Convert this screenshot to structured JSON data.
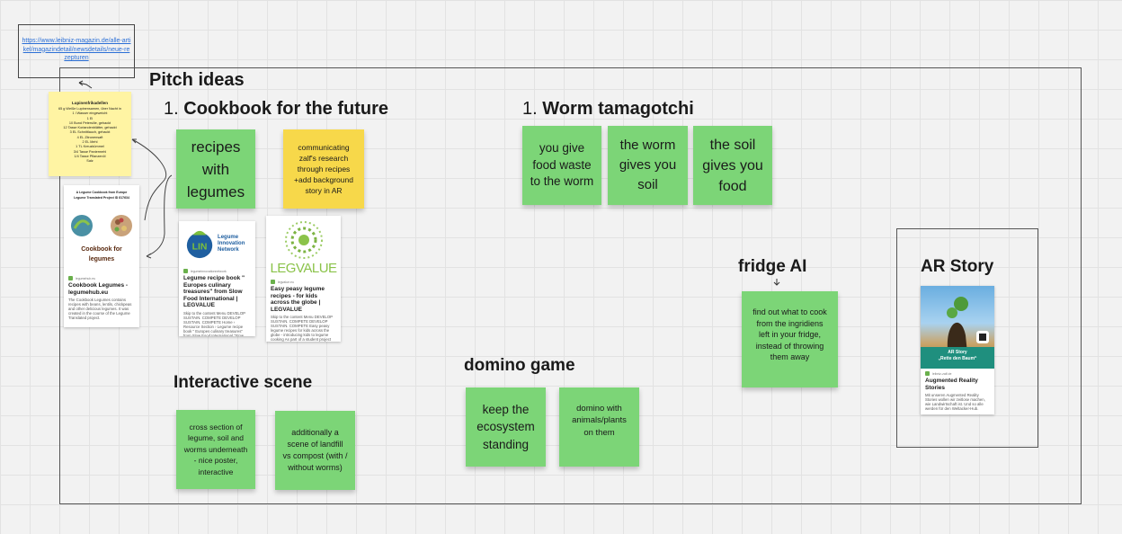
{
  "link_box": {
    "url": "https://www.leibniz-magazin.de/alle-artikel/magazindetail/newsdetails/neue-rezepturen"
  },
  "pitch": {
    "title": "Pitch ideas"
  },
  "cookbook": {
    "heading_num": "1.",
    "heading": "Cookbook for the future",
    "note_recipes": "recipes with legumes",
    "note_communicating": "communicating zalf's research through recipes +add background story in AR",
    "recipe_note": {
      "title": "Lupinenfrikadellen",
      "lines": [
        "65 g Weiße Lupinensamen, über Nacht in",
        "1 l Wasser eingeweicht",
        "1 Ei",
        "10 Bund Petersilie, gehackt",
        "12 Tasse Koriandenblätter, gehackt",
        "3 EL Schnittlauch, gehackt",
        "4 EL Zitronensaft",
        "2 EL Mehl",
        "1 TL Kreuzkümmel",
        "3/4 Tasse Paniermehl",
        "1/4 Tasse Pflanzenöl",
        "Salz"
      ]
    },
    "card_legumehub": {
      "header_lines": [
        "A Legume Cookbook from Europe",
        "Legume Translated Project ID 817634"
      ],
      "image_title": "Cookbook for legumes",
      "source": "legumehub.eu",
      "title": "Cookbook Legumes - legumehub.eu",
      "text": "The Cookbook Legumes contains recipes with beans, lentils, chickpeas and other delicious legumes. It was created in the course of the Legume Translated project."
    },
    "card_lin": {
      "logo_text": "Legume Innovation Network",
      "logo_letters": "LIN",
      "source": "legumeinnovationnetwork",
      "title": "Legume recipe book \" Europes culinary treasures\" from Slow Food International | LEGVALUE",
      "text": "Skip to the content Menu DEVELOP SUSTAIN. COMPETE DEVELOP SUSTAIN. COMPETE Home › Resource Section › Legume recipe book \" Europes culinary treasures\" from Slow Food International \"Slow Food is an international movement of millions of people from more..."
    },
    "card_legvalue": {
      "logo_text": "LEGVALUE",
      "source": "legvalue.eu",
      "title": "Easy peasy legume recipes - for kids across the globe | LEGVALUE",
      "text": "Skip to the content Menu DEVELOP SUSTAIN. COMPETE DEVELOP SUSTAIN. COMPETE Easy peasy legume recipes for kids across the globe - introducing kids to legume cooking As part of a student project for the TRUE Project WP3, nutrition and product development..."
    }
  },
  "worm": {
    "heading_num": "1.",
    "heading": "Worm tamagotchi",
    "notes": [
      "you give food waste to the worm",
      "the worm gives you soil",
      "the soil gives you food"
    ]
  },
  "fridge": {
    "heading": "fridge AI",
    "note": "find out what to cook from the ingridiens left in your fridge, instead of throwing them away"
  },
  "ar": {
    "heading": "AR Story",
    "card": {
      "banner_line1": "AR Story",
      "banner_line2": "„Rette den Baum“",
      "source": "leibniz-zalf.de",
      "title": "Augmented Reality Stories",
      "text": "Mit unseren Augmented Reality Stories wollen wir zeitlose machen, wie Landwirtschaft ist. Und so alle werden für den Weltacker-Hub."
    }
  },
  "interactive": {
    "heading": "Interactive scene",
    "notes": [
      "cross section of legume, soil and worms underneath - nice poster, interactive",
      "additionally a scene of landfill vs compost (with / without worms)"
    ]
  },
  "domino": {
    "heading": "domino game",
    "notes": [
      "keep the ecosystem standing",
      "domino with animals/plants on them"
    ]
  },
  "colors": {
    "green_note": "#7cd577",
    "yellow_note": "#f7d84a",
    "light_yellow_note": "#fff4a3",
    "link": "#2b6fd6"
  }
}
